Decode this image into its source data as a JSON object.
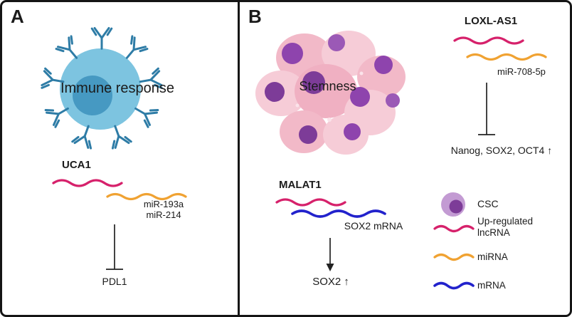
{
  "figure": {
    "panel_a": {
      "label": "A",
      "process": "Immune response",
      "lncrna": "UCA1",
      "mirna_line1": "miR-193a",
      "mirna_line2": "miR-214",
      "target": "PDL1"
    },
    "panel_b": {
      "label": "B",
      "process": "Stemness",
      "axis1": {
        "lncrna": "LOXL-AS1",
        "mirna": "miR-708-5p",
        "targets": "Nanog, SOX2, OCT4",
        "direction": "↑"
      },
      "axis2": {
        "lncrna": "MALAT1",
        "partner": "SOX2 mRNA",
        "target": "SOX2",
        "direction": "↑"
      }
    },
    "legend": {
      "items": [
        {
          "icon": "csc-cell-icon",
          "label": "CSC"
        },
        {
          "icon": "up-regulated-lncrna-wave-icon",
          "label": "Up-regulated lncRNA"
        },
        {
          "icon": "mirna-wave-icon",
          "label": "miRNA"
        },
        {
          "icon": "mrna-wave-icon",
          "label": "mRNA"
        }
      ]
    },
    "colors": {
      "up_lncrna": "#d6216b",
      "mirna": "#f0a232",
      "mrna": "#2222cc",
      "immune_cell_body": "#7dc4e0",
      "immune_cell_nucleus": "#4699c2",
      "antibody": "#2e7ca6",
      "csc_body": "#c39bd3",
      "csc_nucleus": "#7d3c98"
    }
  }
}
